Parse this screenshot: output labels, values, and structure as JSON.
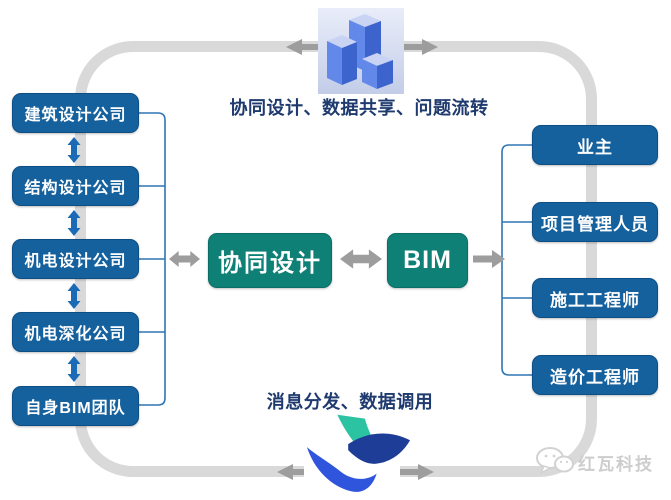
{
  "colors": {
    "box_blue": "#15619e",
    "teal_box": "#0f8076",
    "loop_gray": "#d9d9d9",
    "arrow_gray": "#9d9d9d",
    "connector_blue": "#2e75b5",
    "vertical_arrow_blue": "#1a6ab5",
    "caption_navy": "#1e3a6e",
    "cube_top": "#c9d4f4",
    "cube_front": "#6289e9",
    "cube_side": "#3d63cd",
    "bird_teal": "#2cc3a3",
    "bird_navy": "#1e3d96",
    "bird_blue": "#2f55dd"
  },
  "captions": {
    "top": "协同设计、数据共享、问题流转",
    "bottom": "消息分发、数据调用"
  },
  "center": {
    "collab": "协同设计",
    "bim": "BIM"
  },
  "left_column": {
    "items": [
      "建筑设计公司",
      "结构设计公司",
      "机电设计公司",
      "机电深化公司",
      "自身BIM团队"
    ]
  },
  "right_column": {
    "items": [
      "业主",
      "项目管理人员",
      "施工工程师",
      "造价工程师"
    ]
  },
  "watermark": {
    "label": "红瓦科技"
  },
  "icons": {
    "top": "3d-cubes-icon",
    "bottom": "bird-logo-icon",
    "watermark": "chat-bubbles-icon"
  }
}
